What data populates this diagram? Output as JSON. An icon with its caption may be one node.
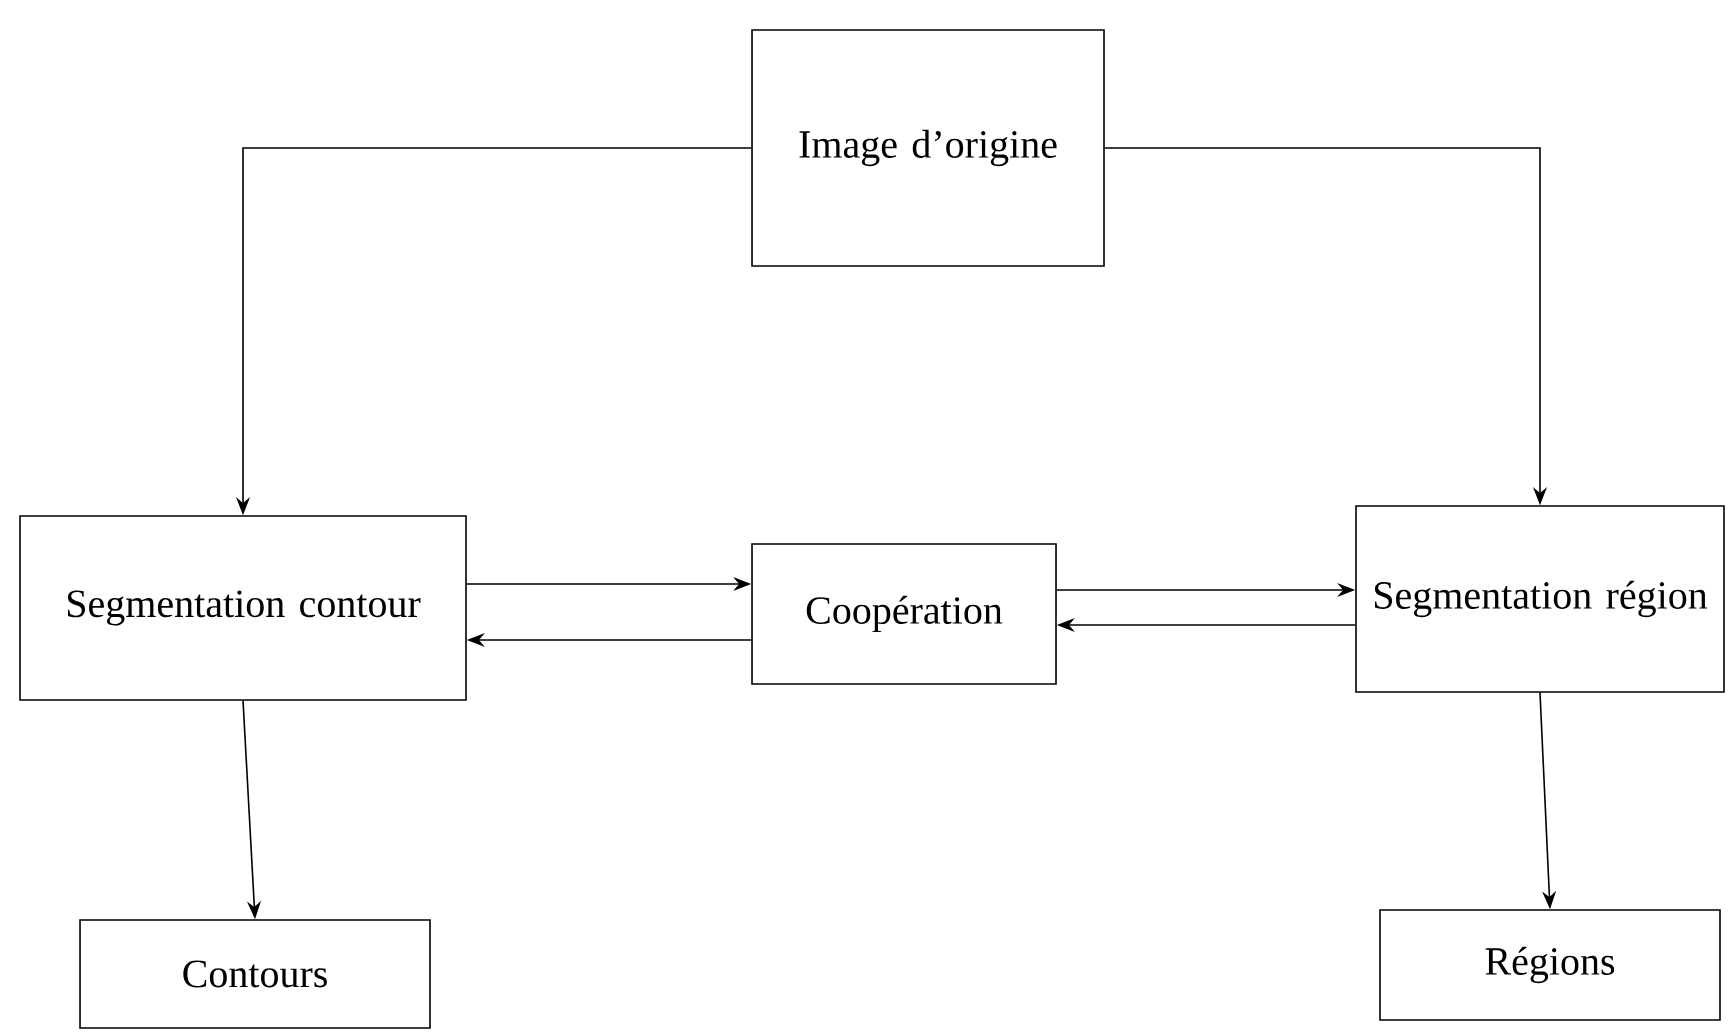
{
  "diagram": {
    "nodes": [
      {
        "text": [
          "Image d’origine"
        ]
      },
      {
        "text": [
          "Segmentation contour"
        ]
      },
      {
        "text": [
          "Coopération"
        ]
      },
      {
        "text": [
          "Segmentation région"
        ]
      },
      {
        "text": [
          "Contours"
        ]
      },
      {
        "text": [
          "Régions"
        ]
      }
    ],
    "edges": [
      {
        "from": 0,
        "to": 1,
        "arrow": "to"
      },
      {
        "from": 0,
        "to": 3,
        "arrow": "to"
      },
      {
        "from": 1,
        "to": 2,
        "arrow": "to"
      },
      {
        "from": 2,
        "to": 1,
        "arrow": "to"
      },
      {
        "from": 2,
        "to": 3,
        "arrow": "to"
      },
      {
        "from": 3,
        "to": 2,
        "arrow": "to"
      },
      {
        "from": 1,
        "to": 4,
        "arrow": "to"
      },
      {
        "from": 3,
        "to": 5,
        "arrow": "to"
      }
    ]
  }
}
